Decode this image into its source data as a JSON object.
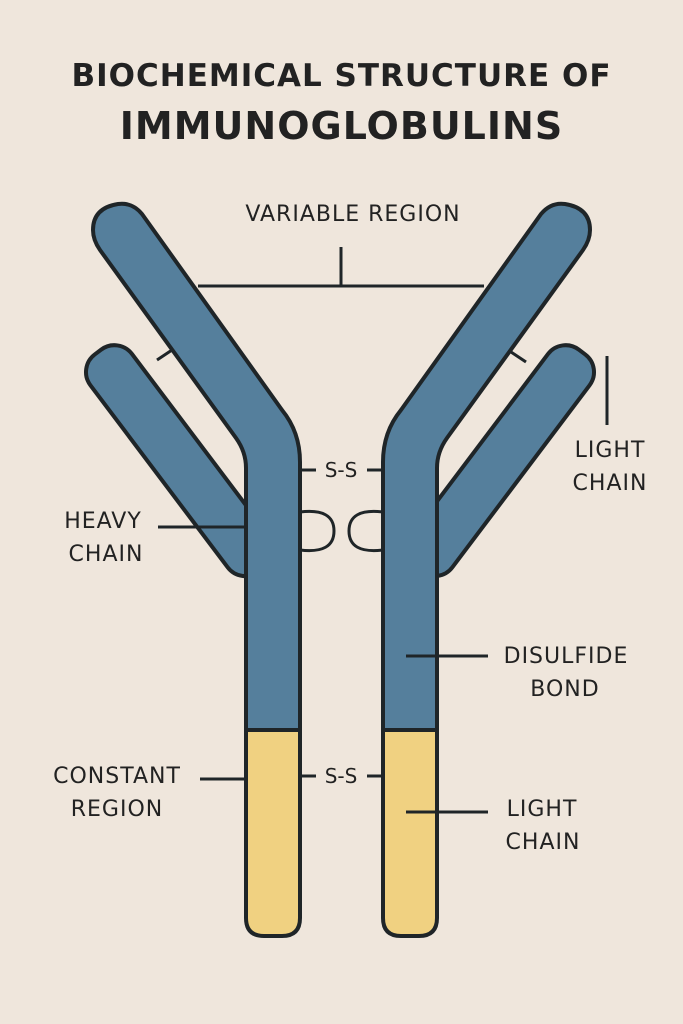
{
  "title": {
    "line1": "BIOCHEMICAL STRUCTURE OF",
    "line2": "IMMUNOGLOBULINS"
  },
  "labels": {
    "variable_region": "VARIABLE REGION",
    "light_chain_upper": [
      "LIGHT",
      "CHAIN"
    ],
    "heavy_chain": [
      "HEAVY",
      "CHAIN"
    ],
    "disulfide_bond": [
      "DISULFIDE",
      "BOND"
    ],
    "constant_region": [
      "CONSTANT",
      "REGION"
    ],
    "light_chain_lower": [
      "LIGHT",
      "CHAIN"
    ],
    "ss_bond_upper": "S-S",
    "ss_bond_lower": "S-S"
  },
  "colors": {
    "background": "#efe6dc",
    "variable_blue": "#557f9c",
    "constant_yellow": "#f0d181",
    "outline": "#1f2528"
  }
}
